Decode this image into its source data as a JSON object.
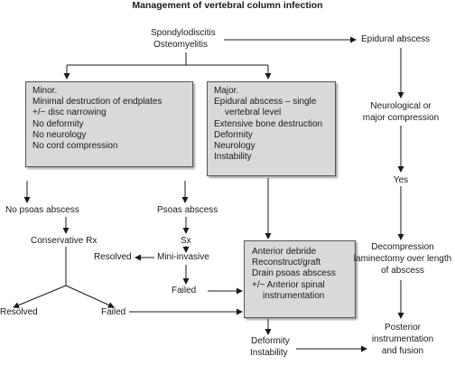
{
  "title": "Management of vertebral column infection",
  "nodes": {
    "start": [
      "Spondylodiscitis",
      "Osteomyelitis"
    ],
    "epidural_abscess": "Epidural abscess",
    "minor_box": [
      "Minor.",
      "Minimal destruction of endplates",
      "+/− disc narrowing",
      "No deformity",
      "No neurology",
      "No cord compression"
    ],
    "major_box": [
      "Major.",
      "Epidural abscess – single",
      "vertebral level",
      "Extensive bone destruction",
      "Deformity",
      "Neurology",
      "Instability"
    ],
    "neuro_compression": [
      "Neurological or",
      "major compression"
    ],
    "yes": "Yes",
    "no_psoas": "No psoas abscess",
    "psoas": "Psoas abscess",
    "conservative": "Conservative Rx",
    "sx": "Sx",
    "mini_invasive": "Mini-invasive",
    "resolved_mid": "Resolved",
    "failed_mid": "Failed",
    "resolved_left": "Resolved",
    "failed_left": "Failed",
    "anterior_box": [
      "Anterior debride",
      "Reconstruct/graft",
      "Drain psoas abscess",
      "+/− Anterior spinal",
      "instrumentation"
    ],
    "decompression": [
      "Decompression",
      "laminectomy over length",
      "of abscess"
    ],
    "deformity_instability": [
      "Deformity",
      "Instability"
    ],
    "posterior": [
      "Posterior",
      "instrumentation",
      "and fusion"
    ]
  }
}
